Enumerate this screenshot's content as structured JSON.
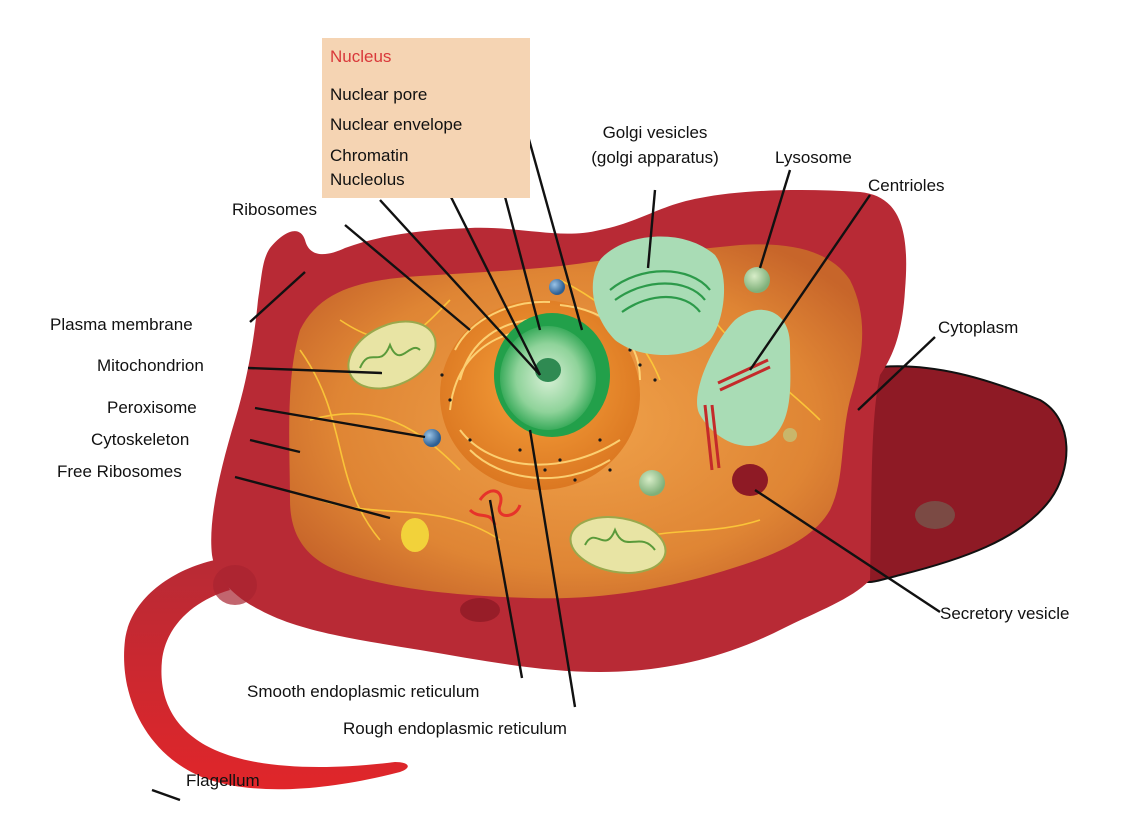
{
  "colors": {
    "membrane": "#b82a35",
    "membrane_dark": "#8e1a25",
    "cytoplasm": "#e48a3a",
    "nucleus_box": "#f5d4b3",
    "nucleus_title": "#d9383a",
    "nucleus_green": "#2fa454",
    "golgi": "#a9dcb5",
    "leader_line": "#111111"
  },
  "nucleus_box": {
    "title": "Nucleus",
    "items": [
      "Nuclear pore",
      "Nuclear envelope",
      "Chromatin",
      "Nucleolus"
    ]
  },
  "labels": {
    "golgi_line1": "Golgi vesicles",
    "golgi_line2": "(golgi apparatus)",
    "lysosome": "Lysosome",
    "centrioles": "Centrioles",
    "ribosomes": "Ribosomes",
    "plasma_membrane": "Plasma membrane",
    "cytoplasm": "Cytoplasm",
    "mitochondrion": "Mitochondrion",
    "peroxisome": "Peroxisome",
    "cytoskeleton": "Cytoskeleton",
    "free_ribosomes": "Free Ribosomes",
    "secretory_vesicle": "Secretory vesicle",
    "smooth_er": "Smooth endoplasmic reticulum",
    "rough_er": "Rough endoplasmic reticulum",
    "flagellum": "Flagellum"
  }
}
